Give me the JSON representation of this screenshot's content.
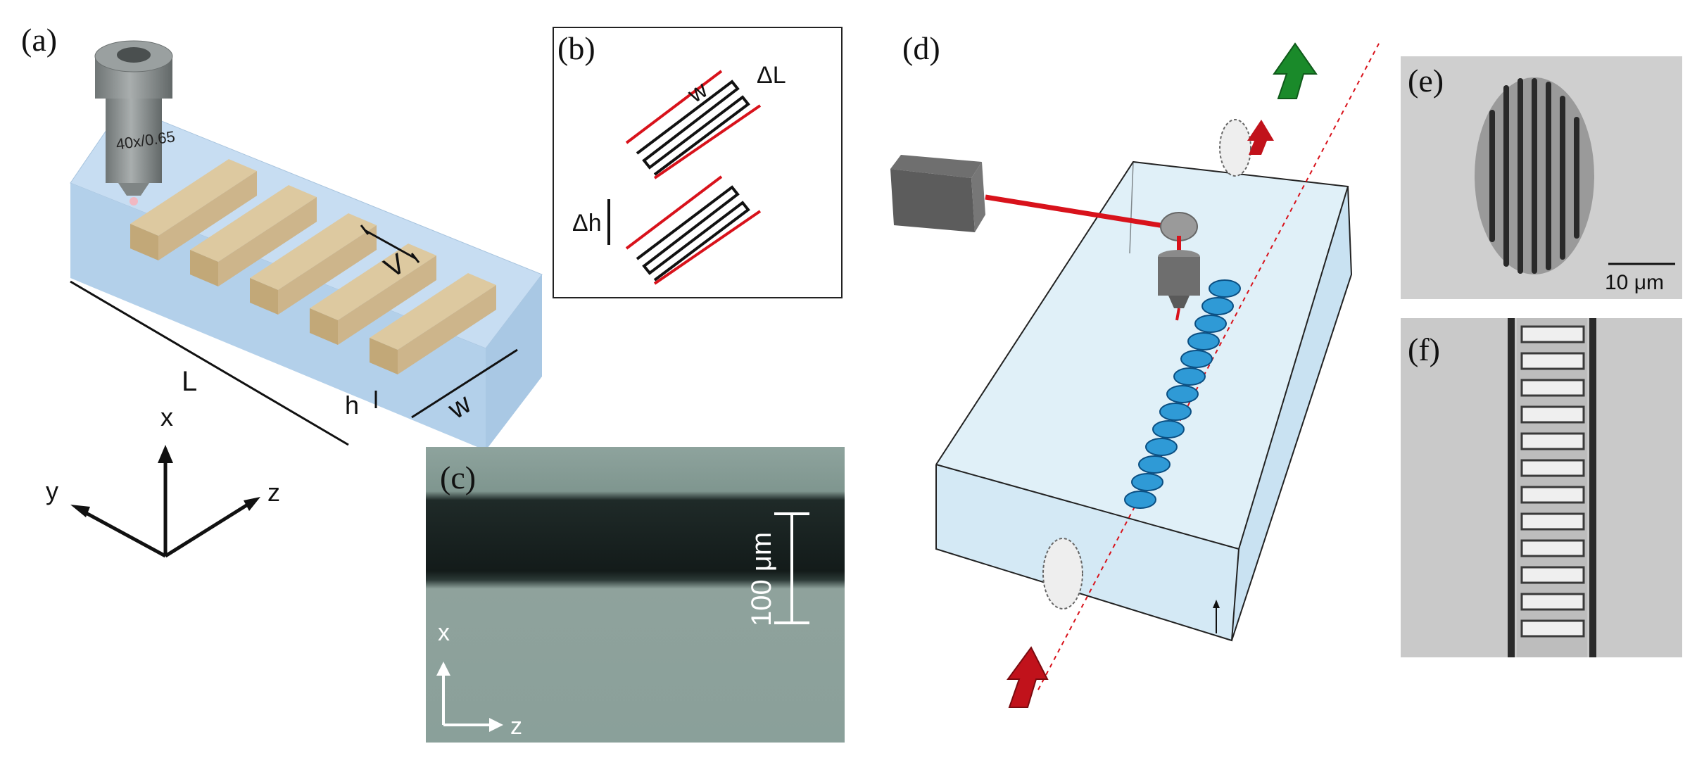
{
  "panels": {
    "a": {
      "label": "(a)",
      "objective_text": "40x/0.65",
      "dims": {
        "L": "L",
        "h": "h",
        "w": "w",
        "lambda": "Λ"
      },
      "axes": {
        "x": "x",
        "y": "y",
        "z": "z"
      }
    },
    "b": {
      "label": "(b)",
      "dims": {
        "w": "w",
        "dL": "ΔL",
        "dh": "Δh"
      }
    },
    "c": {
      "label": "(c)",
      "scale_bar": "100 μm",
      "axes": {
        "x": "x",
        "z": "z"
      }
    },
    "d": {
      "label": "(d)"
    },
    "e": {
      "label": "(e)",
      "scale_bar": "10 μm"
    },
    "f": {
      "label": "(f)"
    }
  },
  "colors": {
    "substrate": "#bcd7ef",
    "waveguide_bar": "#cdb58b",
    "objective": "#8a8f8f",
    "laser_beam": "#d8121b",
    "beads": "#2f9ad6",
    "output_arrow": "#1a8a2a",
    "input_arrow": "#c1121b"
  },
  "icons": [
    "objective-lens-icon",
    "laser-source-icon",
    "mirror-icon",
    "input-arrow-icon",
    "output-arrow-icon"
  ]
}
